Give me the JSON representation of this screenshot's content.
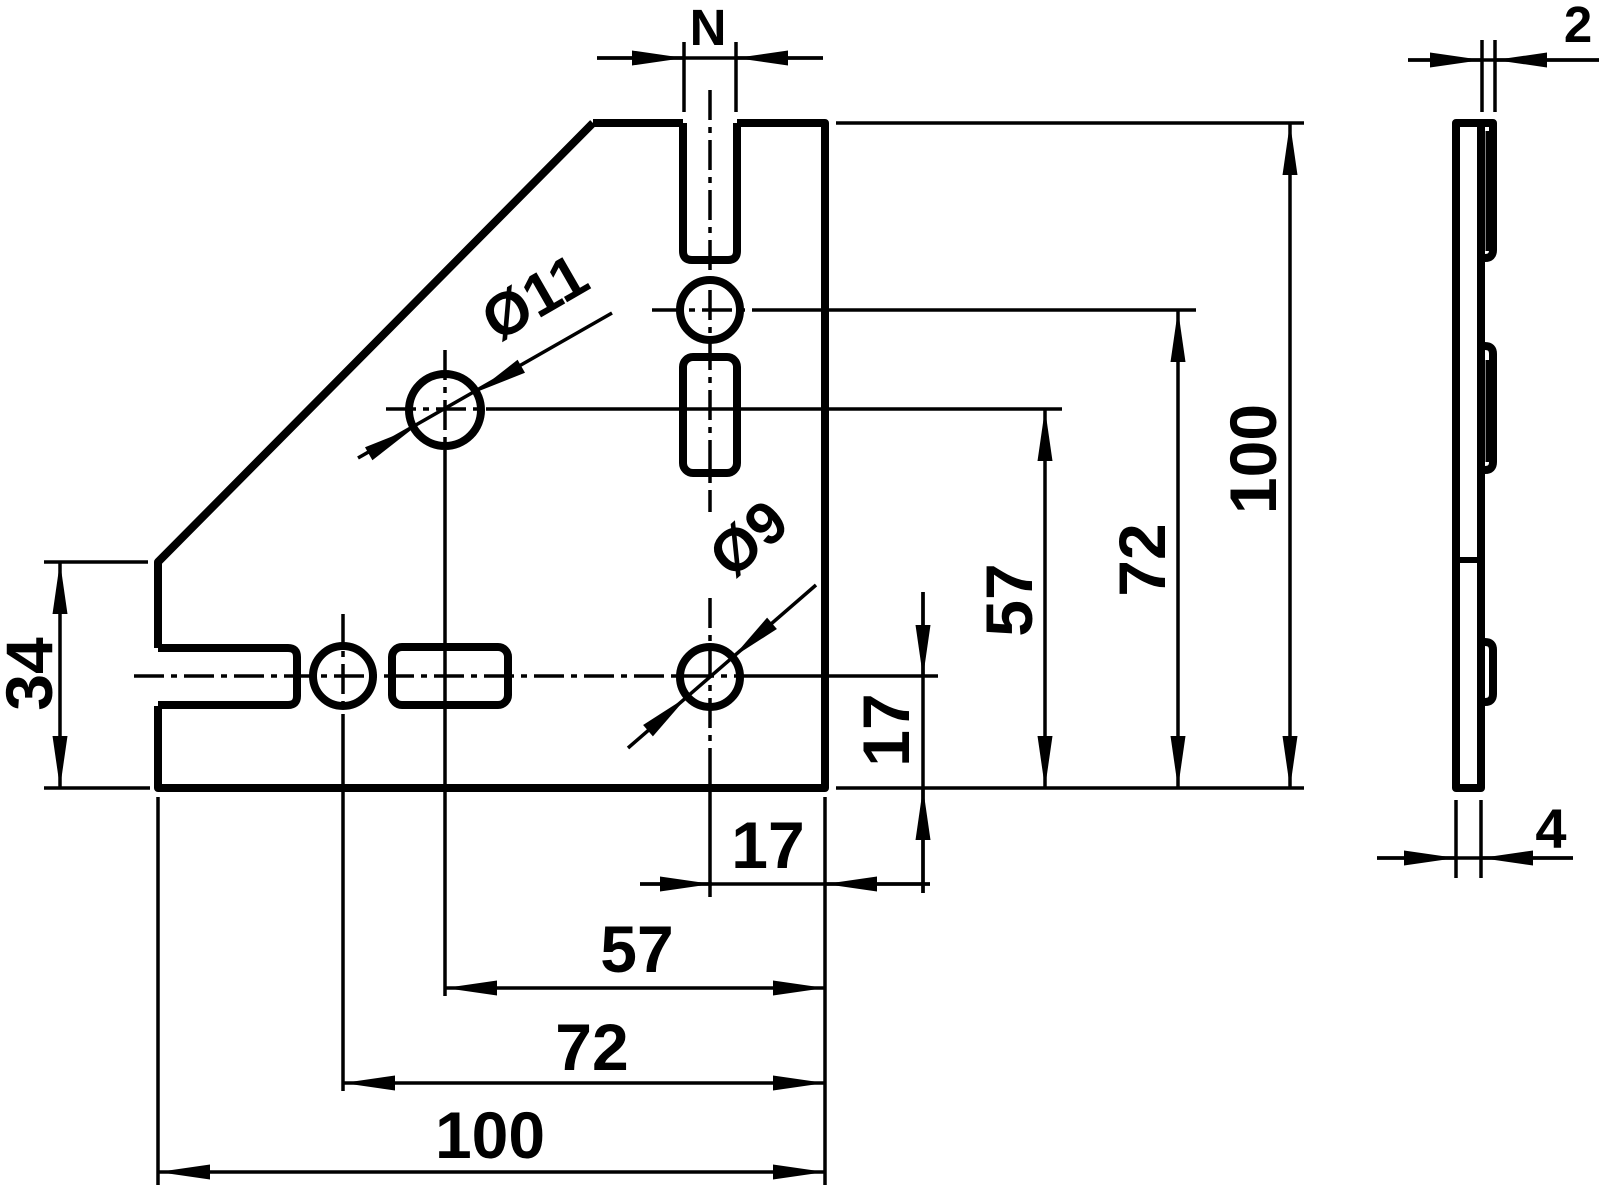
{
  "colors": {
    "line": "#000000",
    "background": "#ffffff"
  },
  "front_view": {
    "slot_width_label": "N",
    "left_edge_height": "34",
    "large_hole_label": "Ø11",
    "small_hole_label": "Ø9",
    "bottom_dims": {
      "hole_offset": "17",
      "mid": "57",
      "outer": "72",
      "width": "100"
    },
    "right_dims": {
      "hole_offset": "17",
      "mid": "57",
      "outer": "72",
      "height": "100"
    }
  },
  "side_view": {
    "boss_thickness": "2",
    "plate_thickness": "4"
  }
}
